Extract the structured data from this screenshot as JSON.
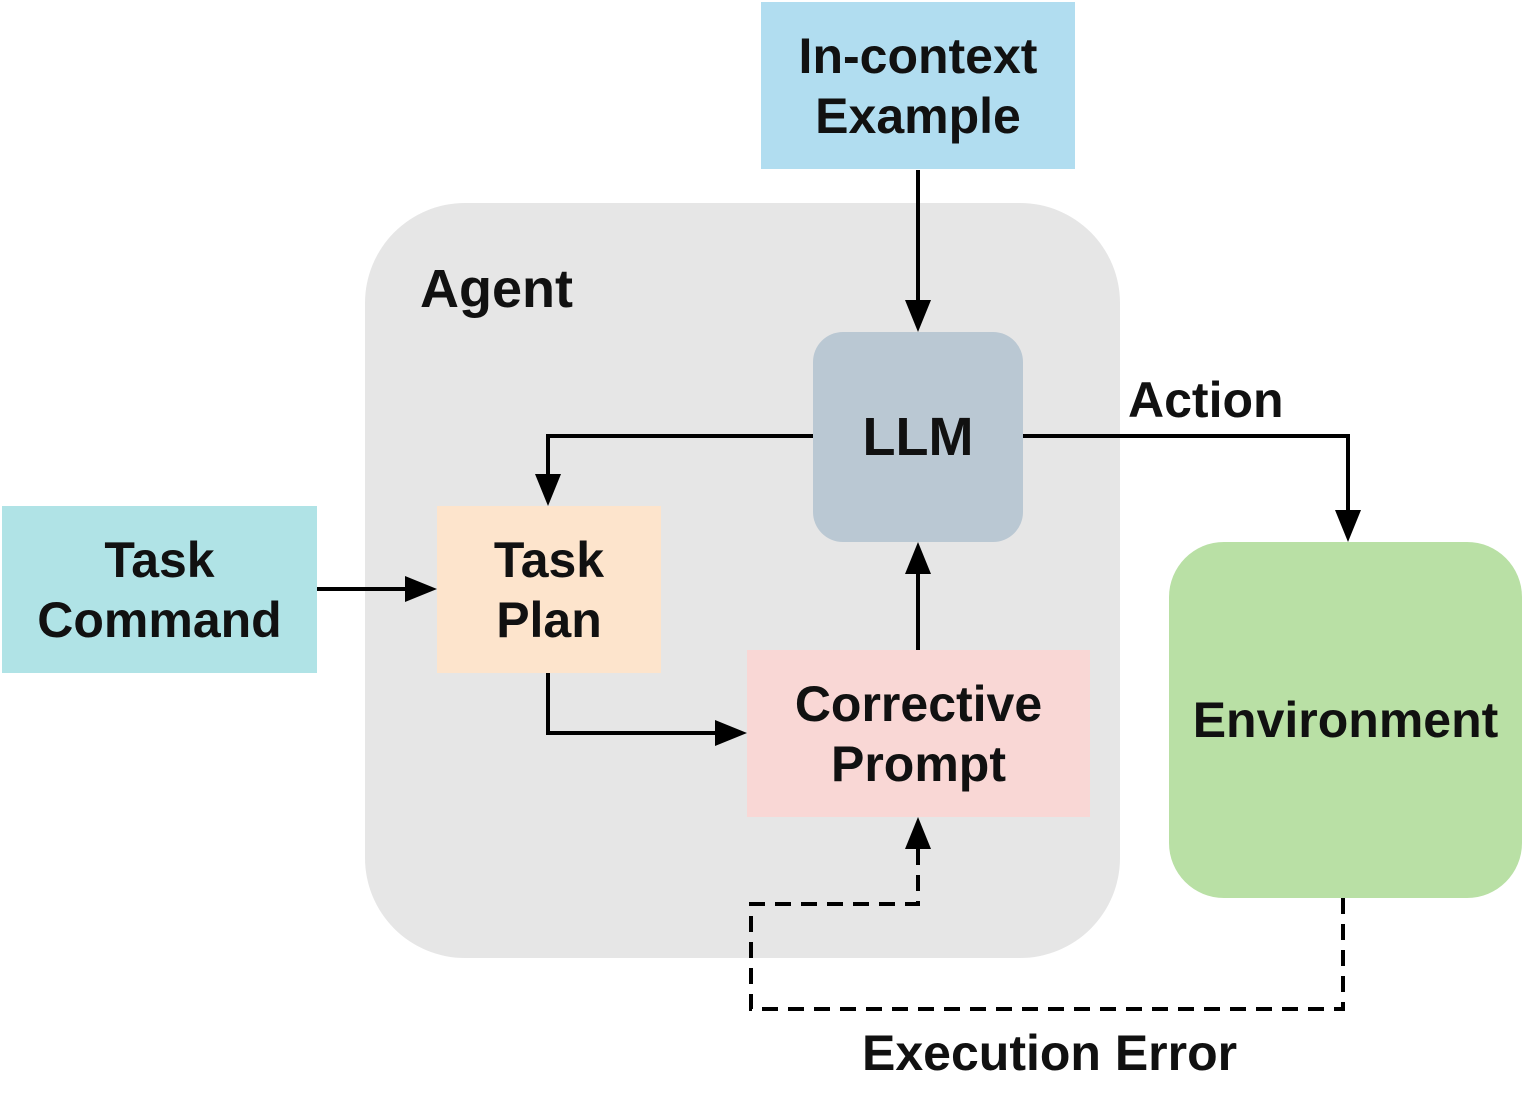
{
  "agent": {
    "label": "Agent"
  },
  "nodes": {
    "in_context_example": {
      "line1": "In-context",
      "line2": "Example"
    },
    "llm": {
      "label": "LLM"
    },
    "task_command": {
      "line1": "Task",
      "line2": "Command"
    },
    "task_plan": {
      "line1": "Task",
      "line2": "Plan"
    },
    "corrective_prompt": {
      "line1": "Corrective",
      "line2": "Prompt"
    },
    "environment": {
      "label": "Environment"
    }
  },
  "edge_labels": {
    "action": "Action",
    "execution_error": "Execution Error"
  },
  "colors": {
    "agent_bg": "#e6e6e6",
    "in_context_example": "#b1ddf0",
    "task_command": "#b0e3e6",
    "llm": "#bac8d3",
    "task_plan": "#fde4cc",
    "corrective_prompt": "#f9d7d5",
    "environment": "#b9e0a5",
    "edge": "#000000"
  }
}
